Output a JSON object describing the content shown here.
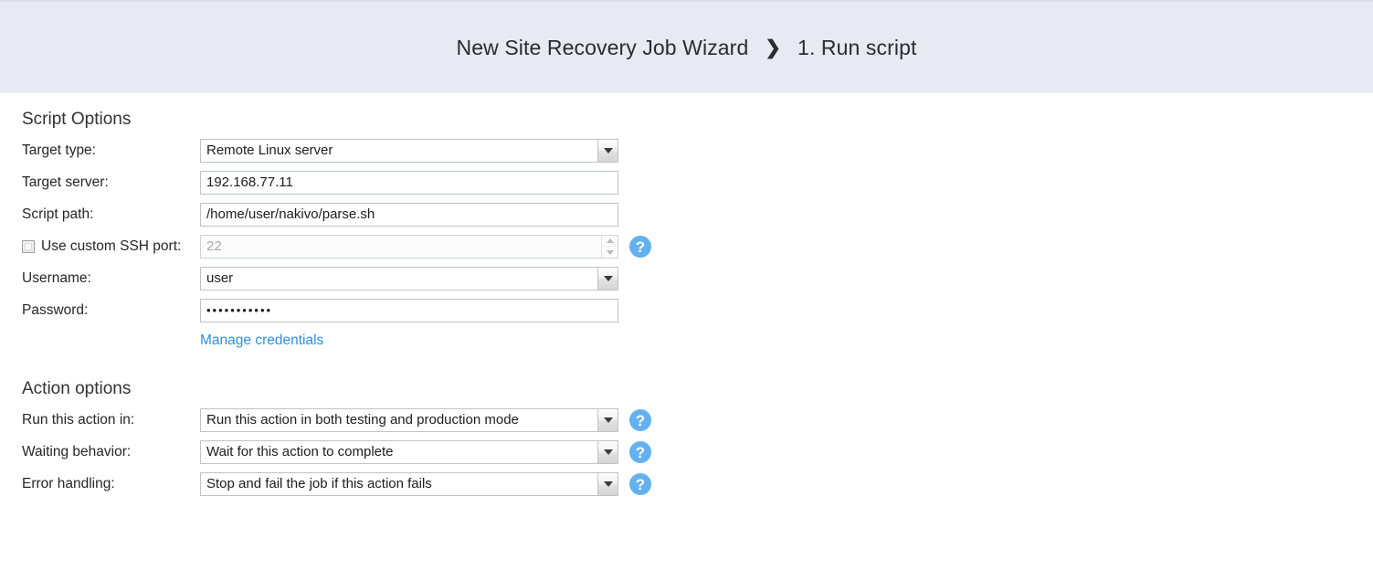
{
  "header": {
    "wizard_name": "New Site Recovery Job Wizard",
    "separator": "❯",
    "step": "1. Run script"
  },
  "script_options": {
    "title": "Script Options",
    "target_type": {
      "label": "Target type:",
      "value": "Remote Linux server",
      "icon": "chevron-down-icon"
    },
    "target_server": {
      "label": "Target server:",
      "value": "192.168.77.11"
    },
    "script_path": {
      "label": "Script path:",
      "value": "/home/user/nakivo/parse.sh"
    },
    "ssh_port": {
      "label": "Use custom SSH port:",
      "checked": false,
      "value": "22",
      "enabled": false,
      "help": "?"
    },
    "username": {
      "label": "Username:",
      "value": "user",
      "icon": "chevron-down-icon"
    },
    "password": {
      "label": "Password:",
      "value": "•••••••••••"
    },
    "manage_credentials_link": "Manage credentials"
  },
  "action_options": {
    "title": "Action options",
    "run_in": {
      "label": "Run this action in:",
      "value": "Run this action in both testing and production mode",
      "help": "?"
    },
    "waiting_behavior": {
      "label": "Waiting behavior:",
      "value": "Wait for this action to complete",
      "help": "?"
    },
    "error_handling": {
      "label": "Error handling:",
      "value": "Stop and fail the job if this action fails",
      "help": "?"
    }
  },
  "colors": {
    "header_bg": "#e7eaf2",
    "link": "#2d8fe0",
    "help_icon": "#64b1ef",
    "text": "#262626"
  }
}
